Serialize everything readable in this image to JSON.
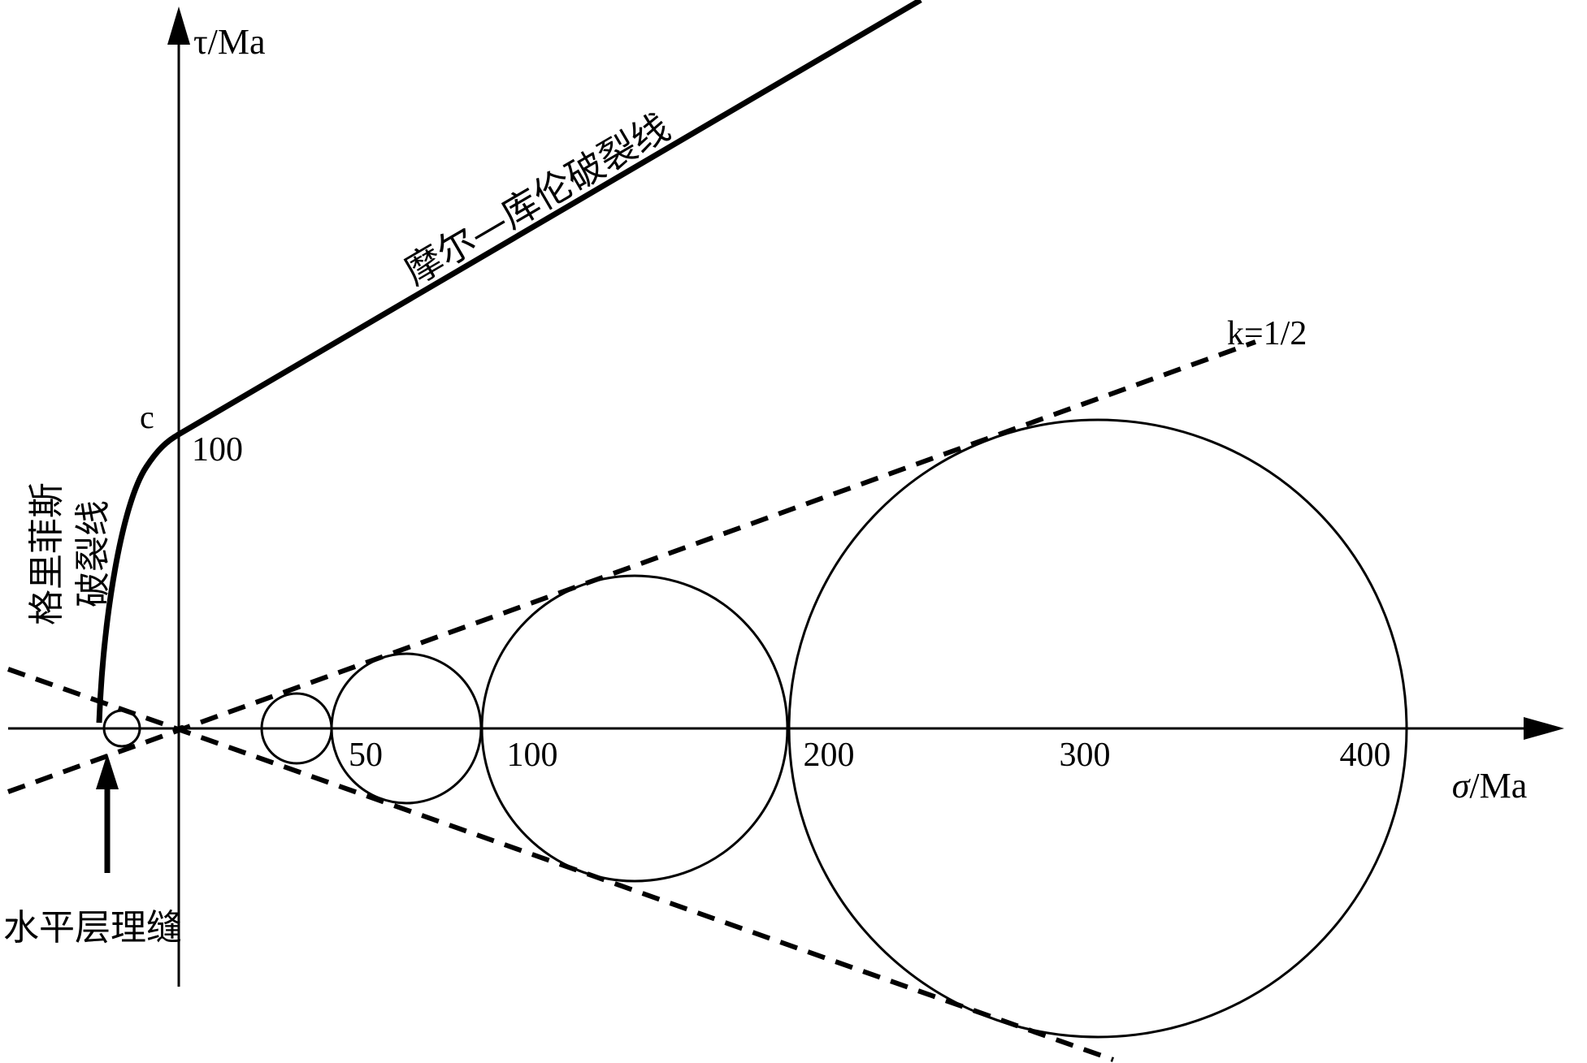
{
  "axes": {
    "y_label": "τ/Ma",
    "x_label_symbol": "σ",
    "x_label_unit": "/Ma",
    "x_ticks": [
      "50",
      "100",
      "200",
      "300",
      "400"
    ],
    "y_tick": "100",
    "cohesion_label": "c"
  },
  "lines": {
    "mohr_coulomb": "摩尔—库伦破裂线",
    "tangent_slope": "k=1/2"
  },
  "griffith": {
    "line1": "格里菲斯",
    "line2": "破裂线"
  },
  "annotation": {
    "bedding_fracture": "水平层理缝"
  },
  "colors": {
    "ink": "#000000",
    "background": "#ffffff"
  }
}
